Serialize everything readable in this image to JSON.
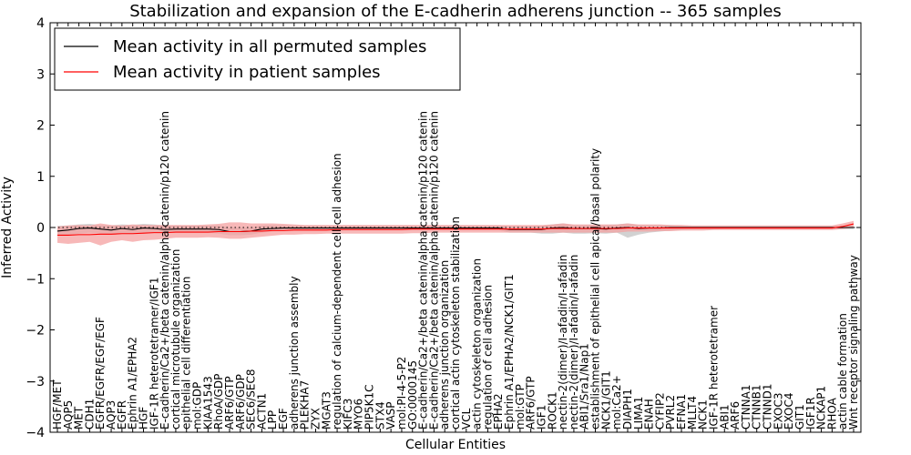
{
  "chart_data": {
    "type": "line",
    "title": "Stabilization and expansion of the E-cadherin adherens junction -- 365 samples",
    "xlabel": "Cellular Entities",
    "ylabel": "Inferred Activity",
    "ylim": [
      -4,
      4
    ],
    "yticks": [
      -4,
      -3,
      -2,
      -1,
      0,
      1,
      2,
      3,
      4
    ],
    "grid": false,
    "legend_position": "top-left",
    "reference_line": 0,
    "categories": [
      "HGF/MET",
      "AQP5",
      "MET",
      "CDH1",
      "EGFR/EGFR/EGF/EGF",
      "AQP3",
      "EGFR",
      "Ephrin A1/EPHA2",
      "HGF",
      "IGF-1R heterotetramer/IGF1",
      "E-cadherin/Ca2+/beta catenin/alpha catenin/p120 catenin",
      "cortical microtubule organization",
      "epithelial cell differentiation",
      "mol:GDP",
      "KIAA1543",
      "RhoA/GDP",
      "ARF6/GTP",
      "ARF6/GDP",
      "SEC6/SEC8",
      "ACTN1",
      "LPP",
      "EGF",
      "adherens junction assembly",
      "PLEKHA7",
      "ZYX",
      "MGAT3",
      "regulation of calcium-dependent cell-cell adhesion",
      "KIFC3",
      "MYO6",
      "PIP5K1C",
      "STX4",
      "VASP",
      "mol:PI-4-5-P2",
      "GO:0000145",
      "E-cadherin/Ca2+/beta catenin/alpha catenin/p120 catenin",
      "E-cadherin/Ca2+/beta catenin/alpha catenin/p120 catenin",
      "adherens junction organization",
      "cortical actin cytoskeleton stabilization",
      "VCL",
      "actin cytoskeleton organization",
      "regulation of cell adhesion",
      "EPHA2",
      "Ephrin A1/EPHA2/NCK1/GIT1",
      "mol:GTP",
      "ARF6/GTP",
      "IGF1",
      "ROCK1",
      "nectin-2(dimer)/I-afadin/I-afadin",
      "nectin-2(dimer)/I-afadin/I-afadin",
      "ABI1/Sra1/Nap1",
      "establishment of epithelial cell apical/basal polarity",
      "NCK1/GIT1",
      "mol:Ca2+",
      "DIAPH1",
      "LIMA1",
      "ENAH",
      "CYFIP2",
      "PVRL2",
      "EFNA1",
      "MLLT4",
      "NCK1",
      "IGF-1R heterotetramer",
      "ABI1",
      "ARF6",
      "CTNNA1",
      "CTNNB1",
      "CTNND1",
      "EXOC3",
      "EXOC4",
      "GIT1",
      "IGF1R",
      "NCKAP1",
      "RHOA",
      "actin cable formation",
      "Wnt receptor signaling pathway"
    ],
    "series": [
      {
        "name": "Mean activity in all permuted samples",
        "color": "#000000",
        "values": [
          -0.07,
          -0.05,
          -0.02,
          -0.01,
          -0.03,
          -0.05,
          -0.02,
          -0.04,
          -0.01,
          -0.02,
          -0.04,
          -0.03,
          -0.03,
          -0.03,
          -0.03,
          -0.04,
          -0.08,
          -0.08,
          -0.07,
          -0.03,
          -0.02,
          -0.01,
          -0.01,
          -0.01,
          -0.01,
          -0.01,
          -0.01,
          -0.01,
          -0.01,
          -0.01,
          -0.01,
          -0.01,
          -0.01,
          -0.01,
          -0.01,
          -0.01,
          -0.01,
          -0.01,
          -0.01,
          -0.01,
          -0.01,
          -0.01,
          -0.04,
          -0.04,
          -0.04,
          -0.04,
          -0.01,
          0.0,
          -0.02,
          -0.02,
          -0.02,
          -0.03,
          -0.01,
          0.0,
          -0.02,
          -0.01,
          -0.01,
          0.0,
          0.0,
          0.0,
          0.0,
          0.0,
          0.0,
          0.0,
          0.0,
          0.0,
          0.0,
          0.0,
          0.0,
          0.0,
          0.0,
          0.0,
          0.0,
          0.0,
          0.0
        ],
        "band_color": "#bfbfbf",
        "band_lower": [
          -0.15,
          -0.14,
          -0.12,
          -0.1,
          -0.12,
          -0.14,
          -0.12,
          -0.13,
          -0.1,
          -0.1,
          -0.11,
          -0.1,
          -0.1,
          -0.1,
          -0.1,
          -0.12,
          -0.15,
          -0.15,
          -0.14,
          -0.1,
          -0.08,
          -0.06,
          -0.05,
          -0.05,
          -0.05,
          -0.05,
          -0.05,
          -0.05,
          -0.05,
          -0.05,
          -0.05,
          -0.05,
          -0.05,
          -0.05,
          -0.05,
          -0.05,
          -0.05,
          -0.05,
          -0.05,
          -0.05,
          -0.05,
          -0.05,
          -0.1,
          -0.1,
          -0.1,
          -0.12,
          -0.12,
          -0.1,
          -0.12,
          -0.12,
          -0.11,
          -0.12,
          -0.1,
          -0.2,
          -0.14,
          -0.1,
          -0.08,
          -0.06,
          -0.05,
          -0.04,
          -0.04,
          -0.04,
          -0.03,
          -0.03,
          -0.03,
          -0.03,
          -0.03,
          -0.03,
          -0.03,
          -0.03,
          -0.03,
          -0.03,
          -0.03,
          -0.03,
          -0.03
        ],
        "band_upper": [
          0.03,
          0.04,
          0.06,
          0.07,
          0.05,
          0.04,
          0.06,
          0.05,
          0.07,
          0.06,
          0.04,
          0.04,
          0.04,
          0.04,
          0.04,
          0.04,
          0.0,
          0.0,
          0.0,
          0.04,
          0.05,
          0.05,
          0.04,
          0.04,
          0.04,
          0.04,
          0.04,
          0.04,
          0.04,
          0.04,
          0.04,
          0.04,
          0.04,
          0.04,
          0.04,
          0.04,
          0.04,
          0.04,
          0.04,
          0.04,
          0.04,
          0.04,
          0.02,
          0.02,
          0.02,
          0.03,
          0.06,
          0.08,
          0.05,
          0.05,
          0.05,
          0.05,
          0.06,
          0.08,
          0.05,
          0.05,
          0.05,
          0.05,
          0.04,
          0.03,
          0.03,
          0.03,
          0.03,
          0.03,
          0.03,
          0.03,
          0.03,
          0.03,
          0.03,
          0.03,
          0.03,
          0.03,
          0.03,
          0.03,
          0.03
        ]
      },
      {
        "name": "Mean activity in patient samples",
        "color": "#ff0000",
        "values": [
          -0.15,
          -0.15,
          -0.14,
          -0.14,
          -0.13,
          -0.13,
          -0.12,
          -0.12,
          -0.11,
          -0.1,
          -0.1,
          -0.09,
          -0.09,
          -0.09,
          -0.09,
          -0.08,
          -0.08,
          -0.08,
          -0.07,
          -0.07,
          -0.06,
          -0.06,
          -0.05,
          -0.05,
          -0.05,
          -0.05,
          -0.04,
          -0.04,
          -0.04,
          -0.04,
          -0.04,
          -0.04,
          -0.04,
          -0.03,
          -0.03,
          -0.03,
          -0.03,
          -0.03,
          -0.03,
          -0.03,
          -0.03,
          -0.03,
          -0.03,
          -0.03,
          -0.03,
          -0.03,
          -0.02,
          -0.02,
          -0.02,
          -0.02,
          -0.02,
          -0.02,
          -0.02,
          -0.01,
          -0.01,
          -0.01,
          -0.01,
          -0.01,
          -0.01,
          -0.01,
          -0.01,
          -0.01,
          -0.01,
          -0.01,
          -0.01,
          -0.01,
          -0.01,
          -0.01,
          -0.01,
          -0.01,
          -0.01,
          -0.01,
          -0.01,
          0.02,
          0.07
        ],
        "band_color": "#f4a0a0",
        "band_lower": [
          -0.3,
          -0.32,
          -0.3,
          -0.28,
          -0.35,
          -0.28,
          -0.25,
          -0.28,
          -0.25,
          -0.24,
          -0.22,
          -0.2,
          -0.2,
          -0.2,
          -0.19,
          -0.2,
          -0.22,
          -0.22,
          -0.2,
          -0.18,
          -0.16,
          -0.14,
          -0.14,
          -0.13,
          -0.13,
          -0.12,
          -0.12,
          -0.12,
          -0.12,
          -0.12,
          -0.12,
          -0.12,
          -0.12,
          -0.11,
          -0.11,
          -0.1,
          -0.1,
          -0.1,
          -0.1,
          -0.1,
          -0.1,
          -0.1,
          -0.1,
          -0.1,
          -0.1,
          -0.1,
          -0.1,
          -0.1,
          -0.1,
          -0.1,
          -0.1,
          -0.1,
          -0.1,
          -0.08,
          -0.08,
          -0.08,
          -0.07,
          -0.07,
          -0.06,
          -0.06,
          -0.06,
          -0.05,
          -0.05,
          -0.05,
          -0.05,
          -0.05,
          -0.05,
          -0.05,
          -0.05,
          -0.05,
          -0.05,
          -0.05,
          -0.05,
          -0.03,
          0.0
        ],
        "band_upper": [
          0.02,
          0.04,
          0.05,
          0.04,
          0.08,
          0.05,
          0.04,
          0.06,
          0.05,
          0.05,
          0.05,
          0.05,
          0.05,
          0.05,
          0.06,
          0.07,
          0.1,
          0.1,
          0.08,
          0.08,
          0.08,
          0.07,
          0.06,
          0.05,
          0.05,
          0.05,
          0.05,
          0.05,
          0.05,
          0.05,
          0.05,
          0.05,
          0.05,
          0.05,
          0.05,
          0.05,
          0.05,
          0.05,
          0.05,
          0.05,
          0.05,
          0.05,
          0.05,
          0.05,
          0.05,
          0.05,
          0.06,
          0.08,
          0.06,
          0.06,
          0.06,
          0.06,
          0.06,
          0.08,
          0.06,
          0.06,
          0.06,
          0.05,
          0.05,
          0.04,
          0.04,
          0.04,
          0.04,
          0.04,
          0.04,
          0.04,
          0.04,
          0.04,
          0.04,
          0.04,
          0.04,
          0.04,
          0.04,
          0.08,
          0.13
        ]
      }
    ]
  }
}
